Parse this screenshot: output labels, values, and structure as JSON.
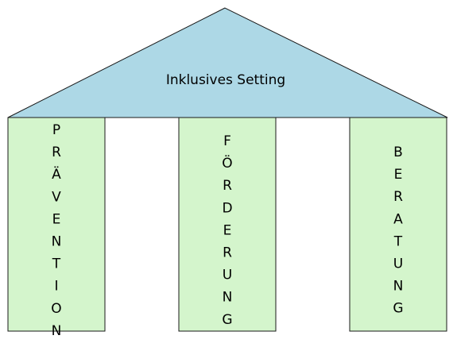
{
  "roof": {
    "label": "Inklusives Setting"
  },
  "pillars": [
    {
      "word": "PRÄVENTION"
    },
    {
      "word": "FÖRDERUNG"
    },
    {
      "word": "BERATUNG"
    }
  ],
  "colors": {
    "roof_fill": "#add8e6",
    "pillar_fill": "#d4f5cc",
    "outline": "#1a1a1a",
    "text": "#000000"
  }
}
